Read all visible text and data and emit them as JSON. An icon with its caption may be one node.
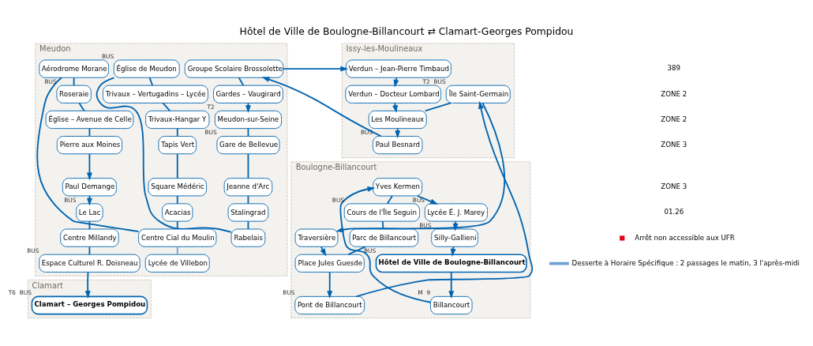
{
  "diagram": {
    "title": "Hôtel de Ville de Boulogne-Billancourt ⇄ Clamart-Georges Pompidou",
    "nodes": [
      {
        "text": [
          "Boulogne-Billancourt"
        ]
      },
      {
        "text": [
          "Hôtel de Ville de Boulogne-Billancourt"
        ],
        "in": 0,
        "beside": [
          "BUS"
        ]
      },
      {
        "text": [
          "Billancourt"
        ],
        "in": 0,
        "beside": [
          "M",
          "9"
        ]
      },
      {
        "text": [
          "Silly-Gallieni"
        ],
        "in": 0,
        "beside": [
          "BUS"
        ]
      },
      {
        "text": [
          "Lycée É. J. Marey"
        ],
        "in": 0,
        "beside": [
          "BUS"
        ]
      },
      {
        "text": [
          "Yves Kermen"
        ],
        "in": 0
      },
      {
        "text": [
          "Cours de l'Île Seguin"
        ],
        "in": 0,
        "beside": [
          "BUS"
        ]
      },
      {
        "text": [
          "Parc de Billancourt"
        ],
        "in": 0
      },
      {
        "text": [
          "Place Jules Guesde"
        ],
        "in": 0
      },
      {
        "text": [
          "Traversière"
        ],
        "in": 0
      },
      {
        "text": [
          "Pont de Billancourt"
        ],
        "in": 0,
        "beside": [
          "BUS"
        ]
      },
      {
        "text": [
          "Issy-les-Moulineaux"
        ]
      },
      {
        "text": [
          "Île Saint-Germain"
        ],
        "in": 11,
        "beside": [
          "T2",
          "BUS"
        ]
      },
      {
        "text": [
          "Les Moulineaux"
        ],
        "in": 11
      },
      {
        "text": [
          "Verdun – Docteur Lombard"
        ],
        "in": 11
      },
      {
        "text": [
          "Paul Besnard"
        ],
        "in": 11,
        "beside": [
          "BUS"
        ]
      },
      {
        "text": [
          "Verdun – Jean-Pierre Timbaud"
        ],
        "in": 11
      },
      {
        "text": [
          "Meudon"
        ]
      },
      {
        "text": [
          "Groupe Scolaire Brossolette"
        ],
        "in": 17
      },
      {
        "text": [
          "Gardes – Vaugirard"
        ],
        "in": 17
      },
      {
        "text": [
          "Meudon-sur-Seine"
        ],
        "in": 17,
        "beside": [
          "T2"
        ]
      },
      {
        "text": [
          "Gare de Bellevue"
        ],
        "in": 17,
        "beside": [
          "BUS"
        ]
      },
      {
        "text": [
          "Jeanne d'Arc"
        ],
        "in": 17
      },
      {
        "text": [
          "Stalingrad"
        ],
        "in": 17
      },
      {
        "text": [
          "Rabelais"
        ],
        "in": 17
      },
      {
        "text": [
          "Église de Meudon"
        ],
        "in": 17,
        "beside": [
          "BUS"
        ]
      },
      {
        "text": [
          "Trivaux – Vertugadins – Lycée"
        ],
        "in": 17
      },
      {
        "text": [
          "Trivaux-Hangar Y"
        ],
        "in": 17
      },
      {
        "text": [
          "Tapis Vert"
        ],
        "in": 17
      },
      {
        "text": [
          "Square Médéric"
        ],
        "in": 17
      },
      {
        "text": [
          "Acacias"
        ],
        "in": 17
      },
      {
        "text": [
          "Centre Cial du Moulin"
        ],
        "in": 17
      },
      {
        "text": [
          "Lycée de Villebon"
        ],
        "in": 17
      },
      {
        "text": [
          "Aérodrome Morane"
        ],
        "in": 17
      },
      {
        "text": [
          "Roseraie"
        ],
        "in": 17,
        "beside": [
          "BUS"
        ]
      },
      {
        "text": [
          "Église – Avenue de Celle"
        ],
        "in": 17
      },
      {
        "text": [
          "Pierre aux Moines"
        ],
        "in": 17
      },
      {
        "text": [
          "Paul Demange"
        ],
        "in": 17
      },
      {
        "text": [
          "Le Lac"
        ],
        "in": 17,
        "beside": [
          "BUS"
        ]
      },
      {
        "text": [
          "Centre Millandy"
        ],
        "in": 17
      },
      {
        "text": [
          "Espace Culturel R. Doisneau"
        ],
        "in": 17,
        "beside": [
          "BUS"
        ]
      },
      {
        "text": [
          "Clamart"
        ]
      },
      {
        "text": [
          "Clamart – Georges Pompidou"
        ],
        "in": 41,
        "beside": [
          "T6",
          "BUS"
        ]
      }
    ],
    "edges": [
      {
        "from": 1,
        "to": 2,
        "arrow": "to"
      },
      {
        "from": 2,
        "to": 5,
        "arrow": "to"
      },
      {
        "from": 5,
        "to": 4,
        "arrow": "to"
      },
      {
        "from": 4,
        "to": 3,
        "arrow": "to"
      },
      {
        "from": 3,
        "to": 1,
        "arrow": "to"
      },
      {
        "from": 5,
        "to": 6,
        "arrow": "none"
      },
      {
        "from": 6,
        "to": 7,
        "arrow": "none"
      },
      {
        "from": 7,
        "to": 8,
        "arrow": "none"
      },
      {
        "from": 8,
        "to": 10,
        "arrow": "to"
      },
      {
        "from": 10,
        "to": 12,
        "arrow": "to"
      },
      {
        "from": 12,
        "to": 9,
        "arrow": "to"
      },
      {
        "from": 9,
        "to": 8,
        "arrow": "to"
      },
      {
        "from": 12,
        "to": 13,
        "arrow": "none"
      },
      {
        "from": 13,
        "to": 15,
        "arrow": "to"
      },
      {
        "from": 15,
        "to": 18,
        "arrow": "to"
      },
      {
        "from": 18,
        "to": 16,
        "arrow": "to"
      },
      {
        "from": 16,
        "to": 14,
        "arrow": "to"
      },
      {
        "from": 14,
        "to": 13,
        "arrow": "to"
      },
      {
        "from": 18,
        "to": 19,
        "arrow": "none"
      },
      {
        "from": 19,
        "to": 20,
        "arrow": "to"
      },
      {
        "from": 20,
        "to": 21,
        "arrow": "none"
      },
      {
        "from": 21,
        "to": 22,
        "arrow": "none"
      },
      {
        "from": 22,
        "to": 23,
        "arrow": "none"
      },
      {
        "from": 23,
        "to": 24,
        "arrow": "none"
      },
      {
        "from": 24,
        "to": 25,
        "arrow": "none"
      },
      {
        "from": 25,
        "to": 26,
        "arrow": "none"
      },
      {
        "from": 26,
        "to": 27,
        "arrow": "none"
      },
      {
        "from": 27,
        "to": 28,
        "arrow": "none"
      },
      {
        "from": 28,
        "to": 29,
        "arrow": "none"
      },
      {
        "from": 29,
        "to": 30,
        "arrow": "none"
      },
      {
        "from": 30,
        "to": 31,
        "arrow": "none"
      },
      {
        "from": 31,
        "to": 32,
        "arrow": "none",
        "color": "#6f9fd8"
      },
      {
        "from": 31,
        "to": 33,
        "arrow": "none"
      },
      {
        "from": 33,
        "to": 34,
        "arrow": "none"
      },
      {
        "from": 34,
        "to": 35,
        "arrow": "none"
      },
      {
        "from": 35,
        "to": 36,
        "arrow": "none"
      },
      {
        "from": 36,
        "to": 37,
        "arrow": "to"
      },
      {
        "from": 37,
        "to": 38,
        "arrow": "to"
      },
      {
        "from": 38,
        "to": 39,
        "arrow": "none"
      },
      {
        "from": 39,
        "to": 40,
        "arrow": "none"
      },
      {
        "from": 40,
        "to": 42,
        "arrow": "to"
      }
    ],
    "labels": [
      "389",
      "ZONE 2",
      "ZONE 2",
      "ZONE 3",
      "ZONE 3",
      "01.26"
    ],
    "legend": [
      {
        "text": "Arrêt non accessible aux UFR"
      },
      {
        "text": "Desserte à Horaire Spécifique : 2 passages le matin, 3 l'après-midi",
        "color": "#6f9fd8"
      }
    ]
  }
}
